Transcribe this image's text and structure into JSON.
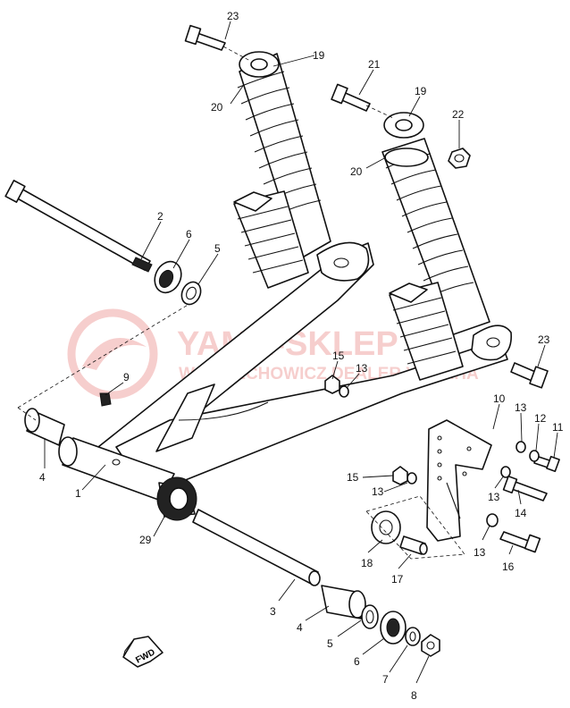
{
  "watermark": {
    "brand": "YAMA-SKLEP",
    "subtitle": "WOJCIECHOWICZ DEALER YAMAHA",
    "color": "#e2534f"
  },
  "fwd_label": "FWD",
  "callouts": [
    {
      "id": "c23a",
      "text": "23"
    },
    {
      "id": "c19a",
      "text": "19"
    },
    {
      "id": "c20a",
      "text": "20"
    },
    {
      "id": "c21",
      "text": "21"
    },
    {
      "id": "c19b",
      "text": "19"
    },
    {
      "id": "c22",
      "text": "22"
    },
    {
      "id": "c20b",
      "text": "20"
    },
    {
      "id": "c2",
      "text": "2"
    },
    {
      "id": "c6a",
      "text": "6"
    },
    {
      "id": "c5a",
      "text": "5"
    },
    {
      "id": "c23b",
      "text": "23"
    },
    {
      "id": "c15a",
      "text": "15"
    },
    {
      "id": "c13a",
      "text": "13"
    },
    {
      "id": "c9",
      "text": "9"
    },
    {
      "id": "c10",
      "text": "10"
    },
    {
      "id": "c13b",
      "text": "13"
    },
    {
      "id": "c12",
      "text": "12"
    },
    {
      "id": "c11",
      "text": "11"
    },
    {
      "id": "c4a",
      "text": "4"
    },
    {
      "id": "c1",
      "text": "1"
    },
    {
      "id": "c15b",
      "text": "15"
    },
    {
      "id": "c13c",
      "text": "13"
    },
    {
      "id": "c13d",
      "text": "13"
    },
    {
      "id": "c14",
      "text": "14"
    },
    {
      "id": "c29",
      "text": "29"
    },
    {
      "id": "c18",
      "text": "18"
    },
    {
      "id": "c17",
      "text": "17"
    },
    {
      "id": "c13e",
      "text": "13"
    },
    {
      "id": "c16",
      "text": "16"
    },
    {
      "id": "c3",
      "text": "3"
    },
    {
      "id": "c4b",
      "text": "4"
    },
    {
      "id": "c5b",
      "text": "5"
    },
    {
      "id": "c6b",
      "text": "6"
    },
    {
      "id": "c7",
      "text": "7"
    },
    {
      "id": "c8",
      "text": "8"
    }
  ]
}
